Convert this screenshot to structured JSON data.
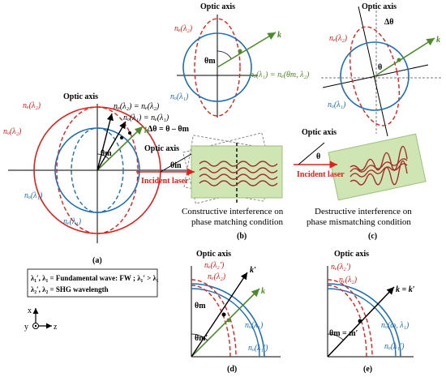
{
  "panel_a": {
    "optic_axis": "Optic axis",
    "ne2": "nₑ(λ₂)",
    "no2": "nₒ(λ₂)",
    "no1": "nₒ(λ₁)",
    "ne1": "nₑ(λ₁)",
    "eq1": "nₒ(λ₂) = nₑ(λ₂)",
    "eq2": "nₒ(λ₁) = nₑ(λ₁)",
    "k": "k",
    "theta": "θm",
    "caption": "(a)"
  },
  "panel_b": {
    "optic_axis": "Optic axis",
    "ne2": "nₑ(λ₂)",
    "no1": "nₒ(λ₁)",
    "k": "k",
    "theta": "θm",
    "eq": "nₒ(λ₁) = nₑ(θm, λ₂)",
    "delta": "Δθ = θ – θm",
    "optic_axis_small": "Optic axis",
    "theta_in": "θin",
    "incident": "Incident laser",
    "caption_line1": "Constructive interference on",
    "caption_line2": "phase matching condition",
    "caption": "(b)"
  },
  "panel_c": {
    "optic_axis": "Optic axis",
    "delta": "Δθ",
    "ne2": "nₑ(λ₂)",
    "no1": "nₒ(λ₁)",
    "k": "k",
    "theta": "θ",
    "optic_axis_small": "Optic axis",
    "theta_small": "θ",
    "incident": "Incident laser",
    "caption_line1": "Destructive interference on",
    "caption_line2": "phase mismatching condition",
    "caption": "(c)"
  },
  "legend": {
    "line1": "λ₁′, λ₁ = Fundamental wave: FW ; λ₁′ > λ₁",
    "line2": "λ₂′, λ₂ = SHG wavelength"
  },
  "axes_glyph": {
    "x": "x",
    "y": "y",
    "z": "z"
  },
  "panel_d": {
    "optic_axis": "Optic axis",
    "ne2p": "nₑ(λ₂′)",
    "ne2": "nₑ(λ₂)",
    "kprime": "k′",
    "k": "k",
    "theta": "θm",
    "theta2": "θm′",
    "no1": "nₒ(λ₁)",
    "no1p": "nₒ(λ₁′)",
    "caption": "(d)"
  },
  "panel_e": {
    "optic_axis": "Optic axis",
    "ne2p": "nₑ(λ₂′)",
    "ne2": "nₑ(λ₂)",
    "keq": "k = k′",
    "theta": "θm = m′",
    "no1": "nₒ(ω, λ₁)",
    "no1p": "nₒ(λ₁′)",
    "caption": "(e)"
  },
  "colors": {
    "red": "#e0201b",
    "blue": "#1f6fb5",
    "green": "#4e8a2a",
    "crystal": "#cfe6b4"
  }
}
